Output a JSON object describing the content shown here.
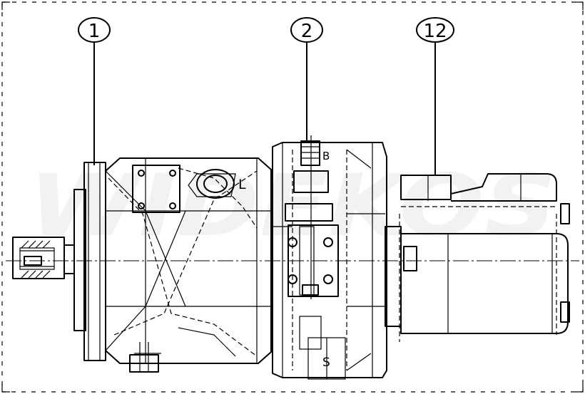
{
  "callouts": {
    "c1": {
      "label": "1"
    },
    "c2": {
      "label": "2"
    },
    "c12": {
      "label": "12"
    }
  },
  "ports": {
    "L": "L",
    "B": "B",
    "S": "S"
  },
  "watermark": "WIDEKOS"
}
